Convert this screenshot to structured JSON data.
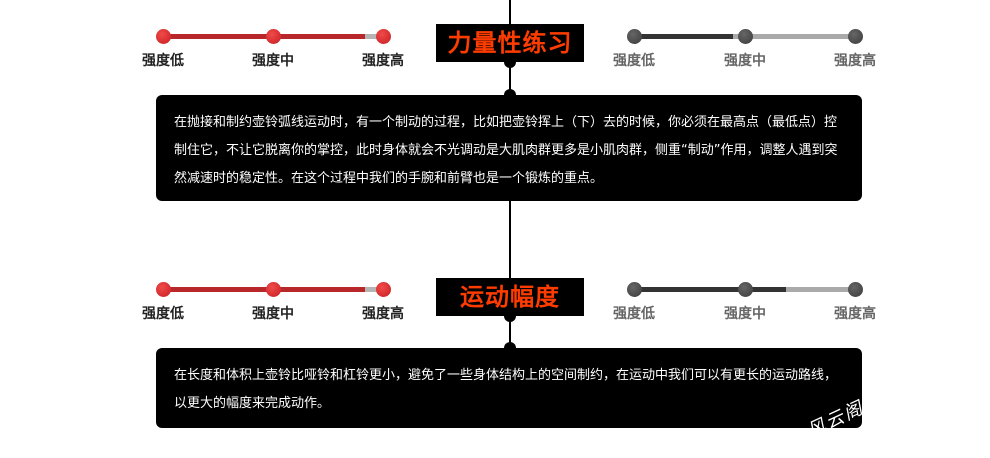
{
  "sections": [
    {
      "title": "力量性练习",
      "left_slider": {
        "labels": [
          "强度低",
          "强度中",
          "强度高"
        ],
        "fill_percent": 90
      },
      "right_slider": {
        "labels": [
          "强度低",
          "强度中",
          "强度高"
        ],
        "fill_percent": 44
      },
      "text": "在抛接和制约壶铃弧线运动时，有一个制动的过程，比如把壶铃挥上（下）去的时候，你必须在最高点（最低点）控制住它，不让它脱离你的掌控，此时身体就会不光调动是大肌肉群更多是小肌肉群，侧重“制动”作用，调整人遇到突然减速时的稳定性。在这个过程中我们的手腕和前臂也是一个锻炼的重点。"
    },
    {
      "title": "运动幅度",
      "left_slider": {
        "labels": [
          "强度低",
          "强度中",
          "强度高"
        ],
        "fill_percent": 90
      },
      "right_slider": {
        "labels": [
          "强度低",
          "强度中",
          "强度高"
        ],
        "fill_percent": 68
      },
      "text": "在长度和体积上壶铃比哑铃和杠铃更小，避免了一些身体结构上的空间制约，在运动中我们可以有更长的运动路线，以更大的幅度来完成动作。"
    }
  ],
  "watermark": "风云阁",
  "colors": {
    "accent": "#ff3c00",
    "red": "#b8272a",
    "dark": "#333333"
  }
}
